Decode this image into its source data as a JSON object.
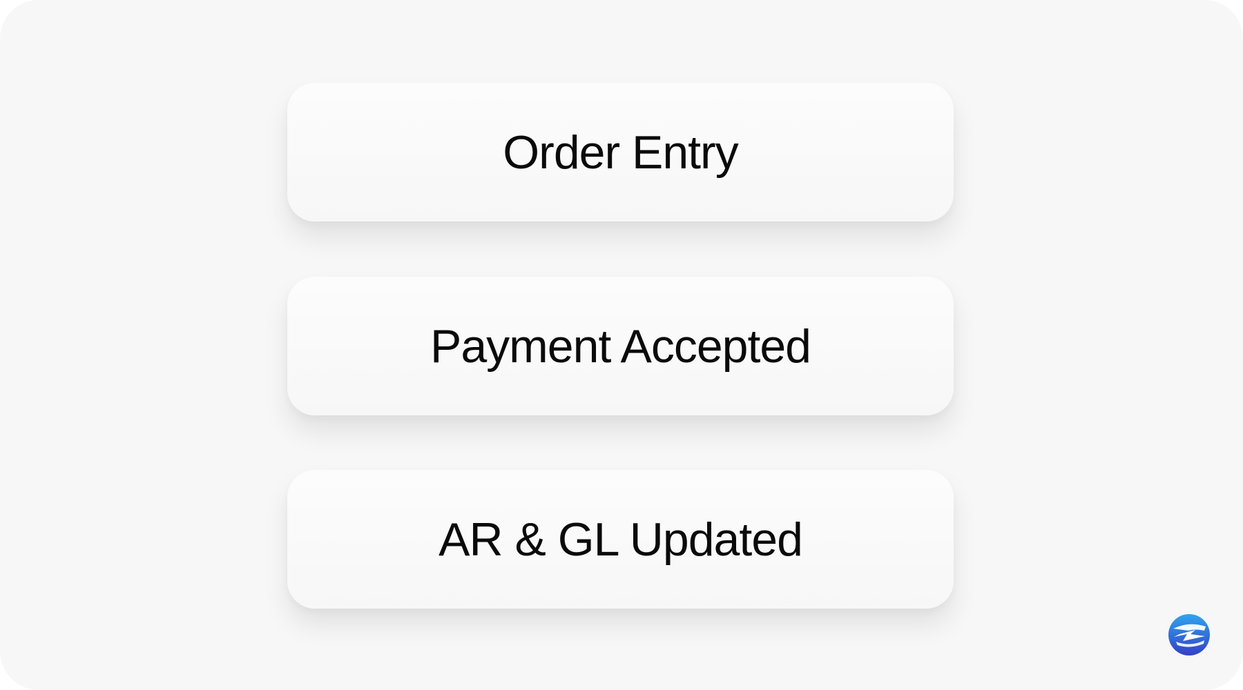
{
  "flow": {
    "steps": [
      {
        "label": "Order Entry"
      },
      {
        "label": "Payment Accepted"
      },
      {
        "label": "AR & GL Updated"
      }
    ]
  },
  "brand": {
    "logo_icon": "lightning-bolt-icon",
    "colors": {
      "logo_top": "#2fa4ef",
      "logo_bottom": "#3340c7",
      "arrow_top": "#7a7a7a",
      "arrow_bottom": "#111111",
      "background": "#f7f7f7",
      "card": "#fcfcfc",
      "text": "#0a0a0a"
    }
  }
}
